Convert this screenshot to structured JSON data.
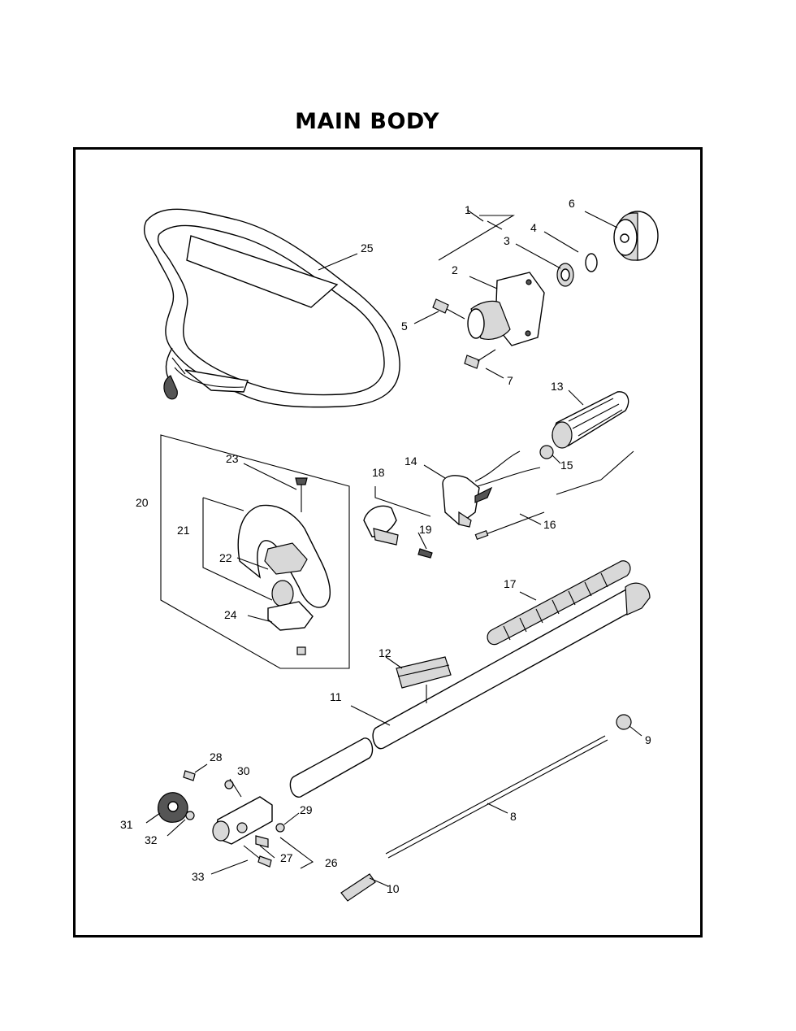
{
  "title": "MAIN BODY",
  "parts": [
    {
      "id": "p1",
      "label": "1"
    },
    {
      "id": "p2",
      "label": "2"
    },
    {
      "id": "p3",
      "label": "3"
    },
    {
      "id": "p4",
      "label": "4"
    },
    {
      "id": "p5",
      "label": "5"
    },
    {
      "id": "p6",
      "label": "6"
    },
    {
      "id": "p7",
      "label": "7"
    },
    {
      "id": "p8",
      "label": "8"
    },
    {
      "id": "p9",
      "label": "9"
    },
    {
      "id": "p10",
      "label": "10"
    },
    {
      "id": "p11",
      "label": "11"
    },
    {
      "id": "p12",
      "label": "12"
    },
    {
      "id": "p13",
      "label": "13"
    },
    {
      "id": "p14",
      "label": "14"
    },
    {
      "id": "p15",
      "label": "15"
    },
    {
      "id": "p16",
      "label": "16"
    },
    {
      "id": "p17",
      "label": "17"
    },
    {
      "id": "p18",
      "label": "18"
    },
    {
      "id": "p19",
      "label": "19"
    },
    {
      "id": "p20",
      "label": "20"
    },
    {
      "id": "p21",
      "label": "21"
    },
    {
      "id": "p22",
      "label": "22"
    },
    {
      "id": "p23",
      "label": "23"
    },
    {
      "id": "p24",
      "label": "24"
    },
    {
      "id": "p25",
      "label": "25"
    },
    {
      "id": "p26",
      "label": "26"
    },
    {
      "id": "p27",
      "label": "27"
    },
    {
      "id": "p28",
      "label": "28"
    },
    {
      "id": "p29",
      "label": "29"
    },
    {
      "id": "p30",
      "label": "30"
    },
    {
      "id": "p31",
      "label": "31"
    },
    {
      "id": "p32",
      "label": "32"
    },
    {
      "id": "p33",
      "label": "33"
    }
  ]
}
